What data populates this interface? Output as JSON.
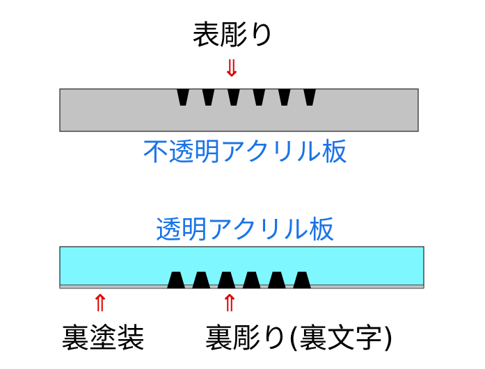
{
  "labels": {
    "top_engraving": "表彫り",
    "opaque_plate": "不透明アクリル板",
    "clear_plate": "透明アクリル板",
    "back_coating": "裏塗装",
    "back_engraving": "裏彫り(裏文字)"
  },
  "arrows": {
    "down": "⇓",
    "up": "⇑"
  },
  "colors": {
    "black_text": "#000000",
    "blue_text": "#1a73e8",
    "red_arrow": "#e00000",
    "opaque_acrylic": "#c3c3c3",
    "clear_acrylic": "#7ff7ff",
    "back_coat": "#c3c3c3",
    "outline": "#222222",
    "engraving": "#000000"
  },
  "engraving_groove_count": 6
}
